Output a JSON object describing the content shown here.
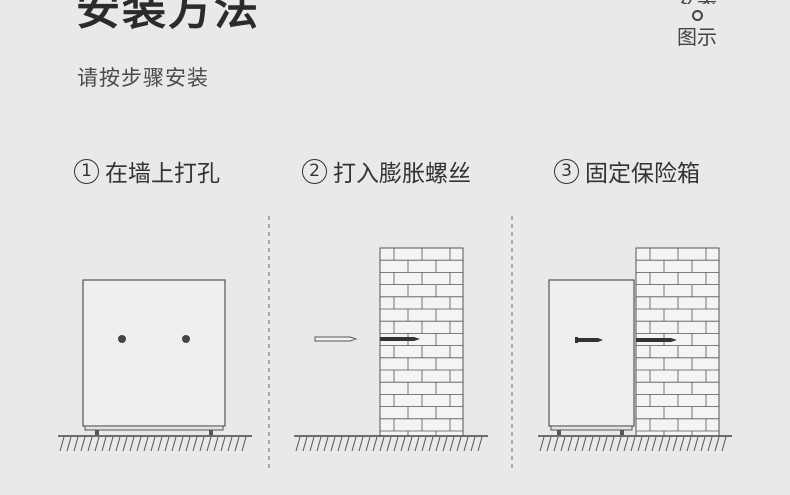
{
  "header": {
    "title": "安装方法",
    "subtitle": "请按步骤安装",
    "side_tag_top": "安装",
    "side_tag_bottom": "图示"
  },
  "steps": [
    {
      "number": "1",
      "label": "在墙上打孔"
    },
    {
      "number": "2",
      "label": "打入膨胀螺丝"
    },
    {
      "number": "3",
      "label": "固定保险箱"
    }
  ],
  "colors": {
    "background": "#e9e9e9",
    "line": "#555555",
    "brick_fill": "#f4f4f4",
    "safe_fill": "#efefef",
    "screw_dark": "#333333"
  }
}
